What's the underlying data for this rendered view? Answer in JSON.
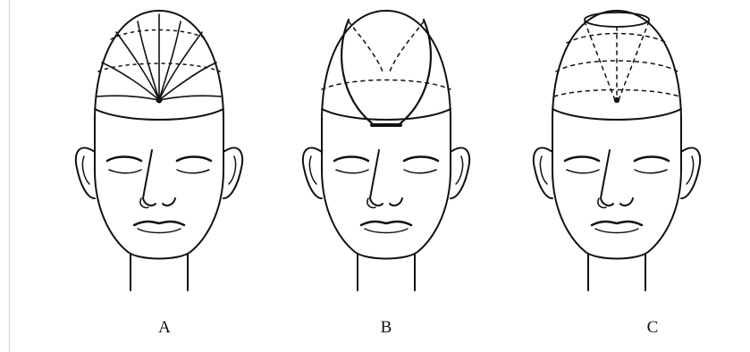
{
  "figures": [
    {
      "label": "A",
      "style": "radial"
    },
    {
      "label": "B",
      "style": "crossed"
    },
    {
      "label": "C",
      "style": "conical"
    }
  ],
  "colors": {
    "ink": "#111111",
    "background": "#ffffff",
    "left_rule": "#d8d8d8"
  }
}
